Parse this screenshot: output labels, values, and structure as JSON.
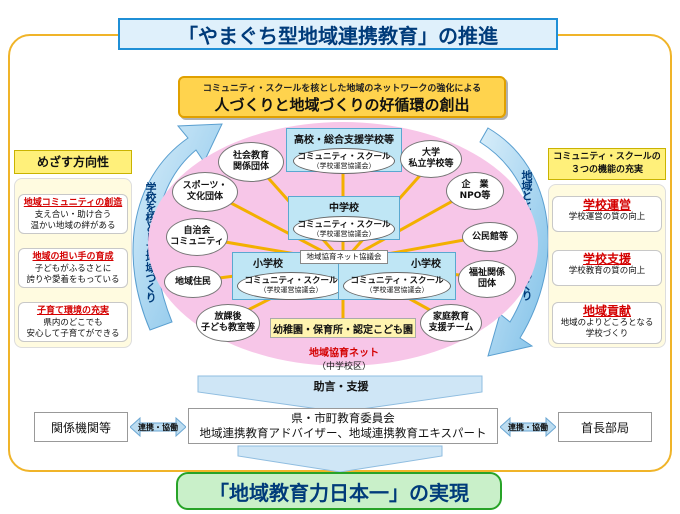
{
  "title": "「やまぐち型地域連携教育」の推進",
  "banner": {
    "small": "コミュニティ・スクールを核とした地域のネットワークの強化による",
    "big": "人づくりと地域づくりの好循環の創出"
  },
  "left": {
    "heading": "めざす方向性",
    "items": [
      {
        "title": "地域コミュニティの創造",
        "lines": [
          "支え合い・助け合う",
          "温かい地域の絆がある"
        ]
      },
      {
        "title": "地域の担い手の育成",
        "lines": [
          "子どもがふるさとに",
          "誇りや愛着をもっている"
        ]
      },
      {
        "title": "子育て環境の充実",
        "lines": [
          "県内のどこでも",
          "安心して子育てができる"
        ]
      }
    ]
  },
  "right": {
    "heading_line1": "コミュニティ・スクールの",
    "heading_line2": "３つの機能の充実",
    "items": [
      {
        "title": "学校運営",
        "lines": [
          "学校運営の質の向上"
        ]
      },
      {
        "title": "学校支援",
        "lines": [
          "学校教育の質の向上"
        ]
      },
      {
        "title": "地域貢献",
        "lines": [
          "地域のよりどころとなる",
          "学校づくり"
        ]
      }
    ]
  },
  "arcs": {
    "left": "学校を核とした地域づくり",
    "right": "地域とともにある学校づくり"
  },
  "center": {
    "high_school": "高校・総合支援学校等",
    "middle_school": "中学校",
    "elementary_left": "小学校",
    "elementary_right": "小学校",
    "cs_title": "コミュニティ・スクール",
    "cs_sub": "（学校運営協議会）",
    "net_council": "地域協育ネット協議会",
    "yochi": "幼稚園・保育所・認定こども園",
    "network_label": "地域協育ネット",
    "network_sub": "（中学校区）"
  },
  "bubbles": {
    "social": [
      "社会教育",
      "関係団体"
    ],
    "sports": [
      "スポーツ・",
      "文化団体"
    ],
    "jichikai": [
      "自治会",
      "コミュニティ"
    ],
    "residents": [
      "地域住民"
    ],
    "houkago": [
      "放課後",
      "子ども教室等"
    ],
    "university": [
      "大学",
      "私立学校等"
    ],
    "company": [
      "企　業",
      "NPO等"
    ],
    "kominkan": [
      "公民館等"
    ],
    "welfare": [
      "福祉関係",
      "団体"
    ],
    "family": [
      "家庭教育",
      "支援チーム"
    ]
  },
  "support": "助言・支援",
  "bottom": {
    "left": "関係機関等",
    "right": "首長部局",
    "renkei": "連携・協働",
    "board_line1": "県・市町教育委員会",
    "board_line2": "地域連携教育アドバイザー、地域連携教育エキスパート"
  },
  "final": "「地域教育力日本一」の実現",
  "colors": {
    "frame": "#f0b429",
    "title_border": "#1f8fd6",
    "banner": "#ffd34d",
    "oval": "#f7c6e8",
    "accent_red": "#d40000",
    "final_green": "#27a327"
  }
}
